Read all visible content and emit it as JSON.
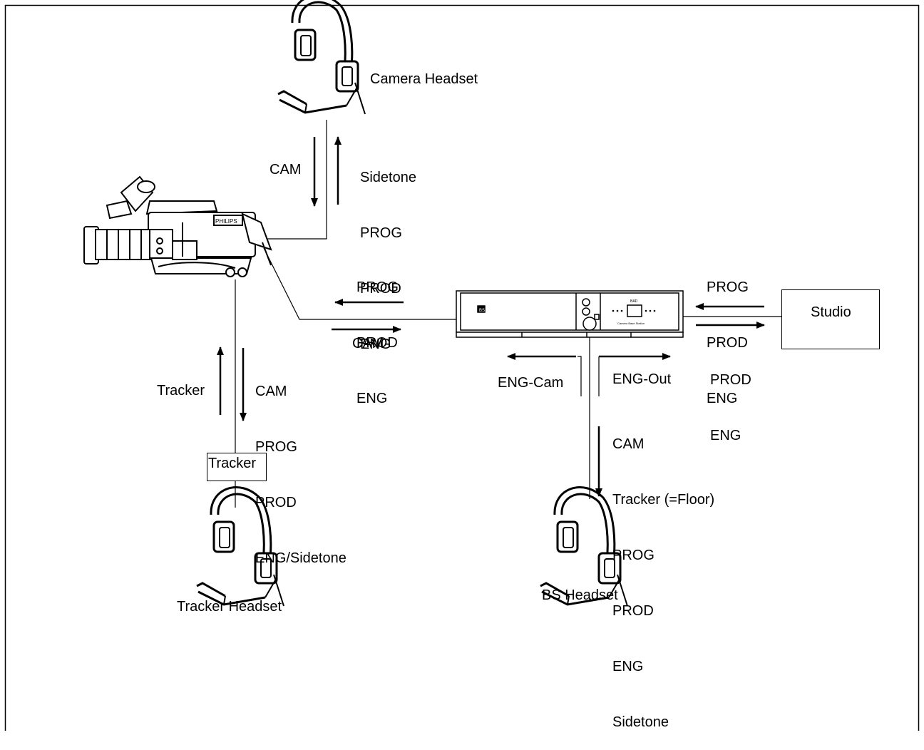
{
  "nodes": {
    "camera_headset": "Camera Headset",
    "tracker_headset": "Tracker Headset",
    "bs_headset": "BS Headset",
    "studio": "Studio",
    "tracker": "Tracker"
  },
  "signals": {
    "headset_to_camera": "CAM",
    "camera_to_headset": [
      "Sidetone",
      "PROG",
      "PROD",
      "ENG"
    ],
    "bs_to_camera": [
      "PROG",
      "PROD",
      "ENG"
    ],
    "camera_to_bs": "CAM",
    "studio_to_bs": [
      "PROG",
      "PROD",
      "ENG"
    ],
    "bs_to_studio": [
      "PROD",
      "ENG"
    ],
    "tracker_to_camera": "Tracker",
    "camera_to_tracker": [
      "CAM",
      "PROG",
      "PROD",
      "ENG/Sidetone"
    ],
    "eng_cam": "ENG-Cam",
    "eng_out": "ENG-Out",
    "bs_to_headset": [
      "CAM",
      "Tracker (=Floor)",
      "PROG",
      "PROD",
      "ENG",
      "Sidetone"
    ]
  },
  "device_text": {
    "camera_badge": "PHILIPS",
    "bs_brand": "BS",
    "bs_title": "BAD",
    "bs_subtitle": "Camera Base Station"
  }
}
